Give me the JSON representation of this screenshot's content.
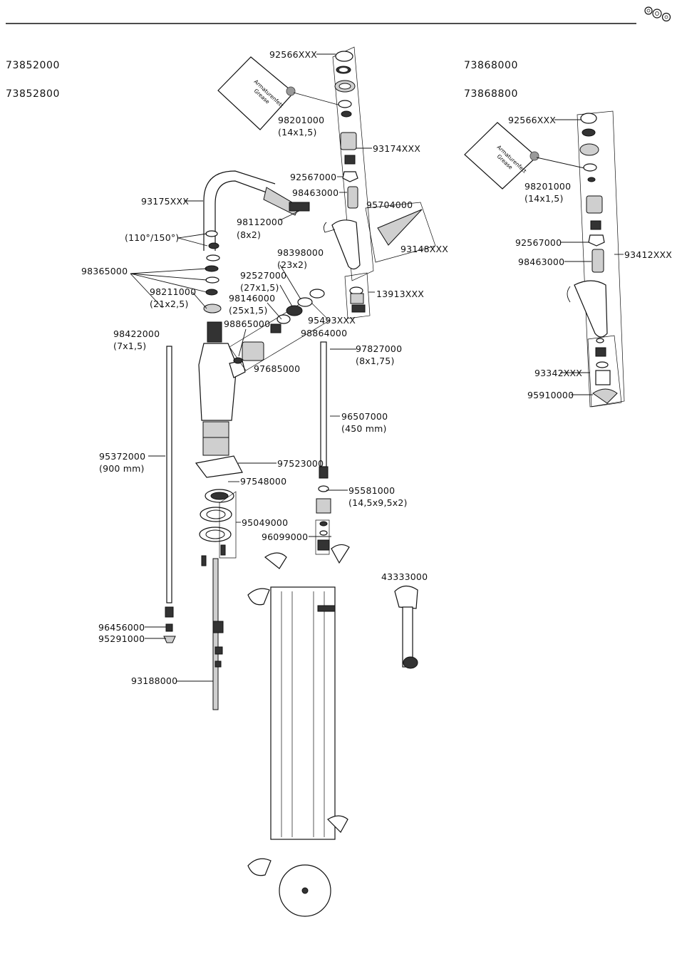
{
  "models_left": [
    "73852000",
    "73852800"
  ],
  "models_right": [
    "73868000",
    "73868800"
  ],
  "grease_text": [
    "Armaturenfett",
    "Grease"
  ],
  "header_icon": "spare-parts-icon",
  "labels": {
    "l_92566_a": "92566XXX",
    "l_98201_a": [
      "98201000",
      "(14x1,5)"
    ],
    "l_93174": "93174XXX",
    "l_92567_a": "92567000",
    "l_98463_a": "98463000",
    "l_95704": "95704000",
    "l_93148": "93148XXX",
    "l_13913": "13913XXX",
    "l_93175": "93175XXX",
    "l_98112": [
      "98112000",
      "(8x2)"
    ],
    "l_110": "(110°/150°)",
    "l_98365": "98365000",
    "l_98211": [
      "98211000",
      "(21x2,5)"
    ],
    "l_98398": [
      "98398000",
      "(23x2)"
    ],
    "l_92527": [
      "92527000",
      "(27x1,5)"
    ],
    "l_98146": [
      "98146000",
      "(25x1,5)"
    ],
    "l_98865": "98865000",
    "l_95493": "95493XXX",
    "l_98864": "98864000",
    "l_97685": "97685000",
    "l_98422": [
      "98422000",
      "(7x1,5)"
    ],
    "l_97827": [
      "97827000",
      "(8x1,75)"
    ],
    "l_96507": [
      "96507000",
      "(450 mm)"
    ],
    "l_95372": [
      "95372000",
      "(900 mm)"
    ],
    "l_97523": "97523000",
    "l_97548": "97548000",
    "l_95049": "95049000",
    "l_95581": [
      "95581000",
      "(14,5x9,5x2)"
    ],
    "l_96099": "96099000",
    "l_43333": "43333000",
    "l_96456": "96456000",
    "l_95291": "95291000",
    "l_93188": "93188000",
    "l_92566_b": "92566XXX",
    "l_98201_b": [
      "98201000",
      "(14x1,5)"
    ],
    "l_92567_b": "92567000",
    "l_98463_b": "98463000",
    "l_93412": "93412XXX",
    "l_93342": "93342XXX",
    "l_95910": "95910000"
  }
}
